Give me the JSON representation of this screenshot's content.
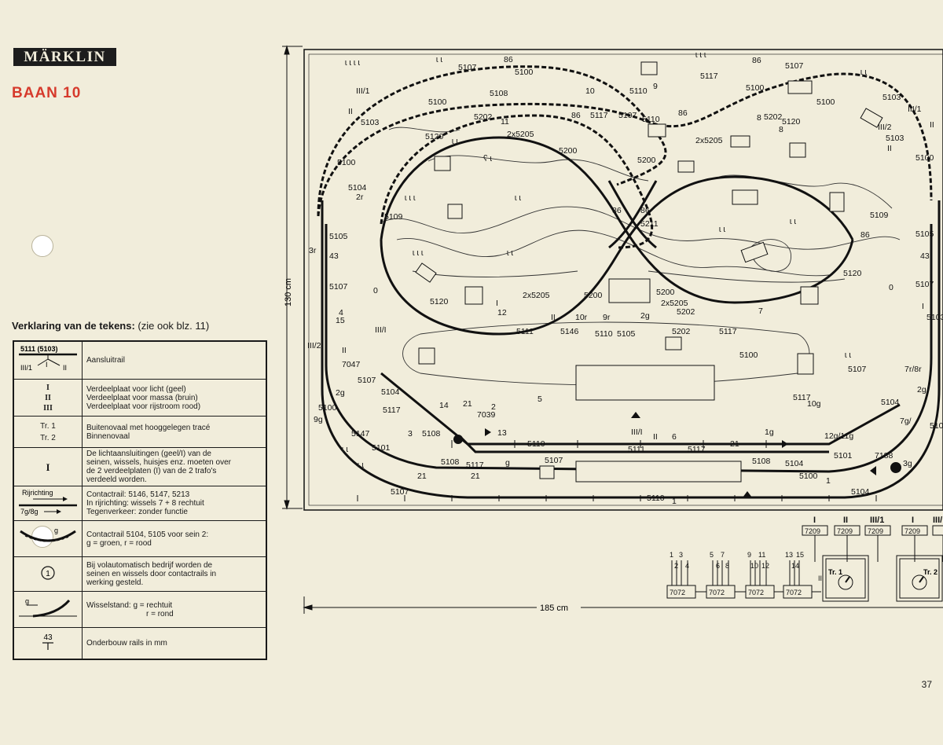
{
  "header": {
    "brand": "MÄRKLIN",
    "title": "BAAN 10"
  },
  "legend": {
    "heading_bold": "Verklaring van de tekens:",
    "heading_rest": " (zie ook blz. 11)",
    "rows": [
      {
        "symbol": "5111 (5103) / III/1 I II",
        "text": "Aansluitrail"
      },
      {
        "symbol": "I II III",
        "text": "Verdeelplaat voor licht (geel) / Verdeelplaat voor massa (bruin) / Verdeelplaat voor rijstroom rood)"
      },
      {
        "symbol": "Tr. 1 / Tr. 2",
        "text": "Buitenovaal met hooggelegen tracé / Binnenovaal"
      },
      {
        "symbol": "I",
        "text": "De lichtaansluitingen (geel/I) van de seinen, wissels, huisjes enz. moeten over de 2 verdeelplaten (I) van de 2 trafo's verdeeld worden."
      },
      {
        "symbol": "Rijrichting / 7g/8g",
        "text": "Contactrail: 5146, 5147, 5213 / In rijrichting: wissels 7 + 8 rechtuit / Tegenverkeer: zonder functie"
      },
      {
        "symbol": "g",
        "text": "Contactrail 5104, 5105 voor sein 2: / g = groen, r = rood"
      },
      {
        "symbol": "1",
        "text": "Bij volautomatisch bedrijf worden de seinen en wissels door contactrails in werking gesteld."
      },
      {
        "symbol": "g / r",
        "text": "Wisselstand: g = rechtuit / r = rond"
      },
      {
        "symbol": "43",
        "text": "Onderbouw rails in mm"
      }
    ],
    "row_lines": [
      [
        "Aansluitrail"
      ],
      [
        "Verdeelplaat voor licht (geel)",
        "Verdeelplaat voor massa (bruin)",
        "Verdeelplaat voor rijstroom rood)"
      ],
      [
        "Buitenovaal met hooggelegen tracé",
        "Binnenovaal"
      ],
      [
        "De lichtaansluitingen (geel/I) van de",
        "seinen, wissels, huisjes enz. moeten over",
        "de 2 verdeelplaten (I) van de 2 trafo's",
        "verdeeld worden."
      ],
      [
        "Contactrail:   5146, 5147, 5213",
        "In rijrichting: wissels 7 + 8 rechtuit",
        "Tegenverkeer: zonder functie"
      ],
      [
        "Contactrail 5104, 5105 voor sein 2:",
        "g = groen, r = rood"
      ],
      [
        "Bij volautomatisch bedrijf worden de",
        "seinen en wissels door contactrails in",
        "werking gesteld."
      ],
      [
        "Wisselstand:  g = rechtuit",
        "r = rond"
      ],
      [
        "Onderbouw rails in mm"
      ]
    ],
    "symbols": {
      "r1_top": "5111  (5103)",
      "r1_a": "III/1",
      "r1_b": "I",
      "r1_c": "II",
      "r2_a": "I",
      "r2_b": "II",
      "r2_c": "III",
      "r3_a": "Tr. 1",
      "r3_b": "Tr. 2",
      "r4": "I",
      "r5_a": "Rijrichting",
      "r5_b": "7g/8g",
      "r6": "g",
      "r7": "1",
      "r8": "g",
      "r9": "43"
    }
  },
  "diagram": {
    "width_label": "185 cm",
    "height_label": "130 cm",
    "labels": [
      "5107",
      "86",
      "5100",
      "5108",
      "10",
      "5110",
      "9",
      "5117",
      "86",
      "5107",
      "5100",
      "III/1",
      "II",
      "5103",
      "5100",
      "5202",
      "11",
      "86",
      "5117",
      "5107",
      "5110",
      "86",
      "8",
      "5202",
      "8",
      "5120",
      "5100",
      "5103",
      "III/1",
      "II",
      "III/2",
      "5103",
      "II",
      "5100",
      "5120",
      "2x5205",
      "5200",
      "5200",
      "2x5205",
      "5100",
      "5104",
      "2r",
      "5109",
      "5109",
      "86",
      "86",
      "5211",
      "86",
      "5105",
      "5105",
      "3r",
      "43",
      "43",
      "5120",
      "5107",
      "5107",
      "0",
      "0",
      "5120",
      "12",
      "2x5205",
      "5200",
      "5200",
      "2x5205",
      "7",
      "I",
      "I",
      "15",
      "4",
      "5103",
      "III/I",
      "II",
      "10r",
      "9r",
      "2g",
      "5202",
      "5111",
      "5146",
      "5110",
      "5105",
      "5202",
      "5117",
      "III/2",
      "II",
      "7047",
      "5100",
      "5107",
      "5107",
      "7r/8r",
      "2g",
      "5100",
      "5104",
      "9g",
      "5117",
      "14",
      "21",
      "7039",
      "2",
      "5",
      "5117",
      "10g",
      "2g",
      "5104",
      "7g/",
      "5100",
      "5147",
      "3",
      "5108",
      "13",
      "5110",
      "III/I",
      "II",
      "6",
      "21",
      "1g",
      "12g/11g",
      "5101",
      "5108",
      "5117",
      "g",
      "5107",
      "5111",
      "5117",
      "5108",
      "5104",
      "5101",
      "7188",
      "3g",
      "21",
      "21",
      "5100",
      "1",
      "5104",
      "5107",
      "5110",
      "1"
    ],
    "power": {
      "distributors": [
        "I",
        "II",
        "III/1",
        "I",
        "III/"
      ],
      "distributor_model": "7209",
      "switches": "7072",
      "switch_numbers": [
        "1",
        "2",
        "3",
        "4",
        "5",
        "6",
        "7",
        "8",
        "9",
        "10",
        "11",
        "12",
        "13",
        "14",
        "15"
      ],
      "transformers": [
        "Tr. 1",
        "Tr. 2"
      ],
      "end_label": "II"
    }
  },
  "page_number": "37"
}
